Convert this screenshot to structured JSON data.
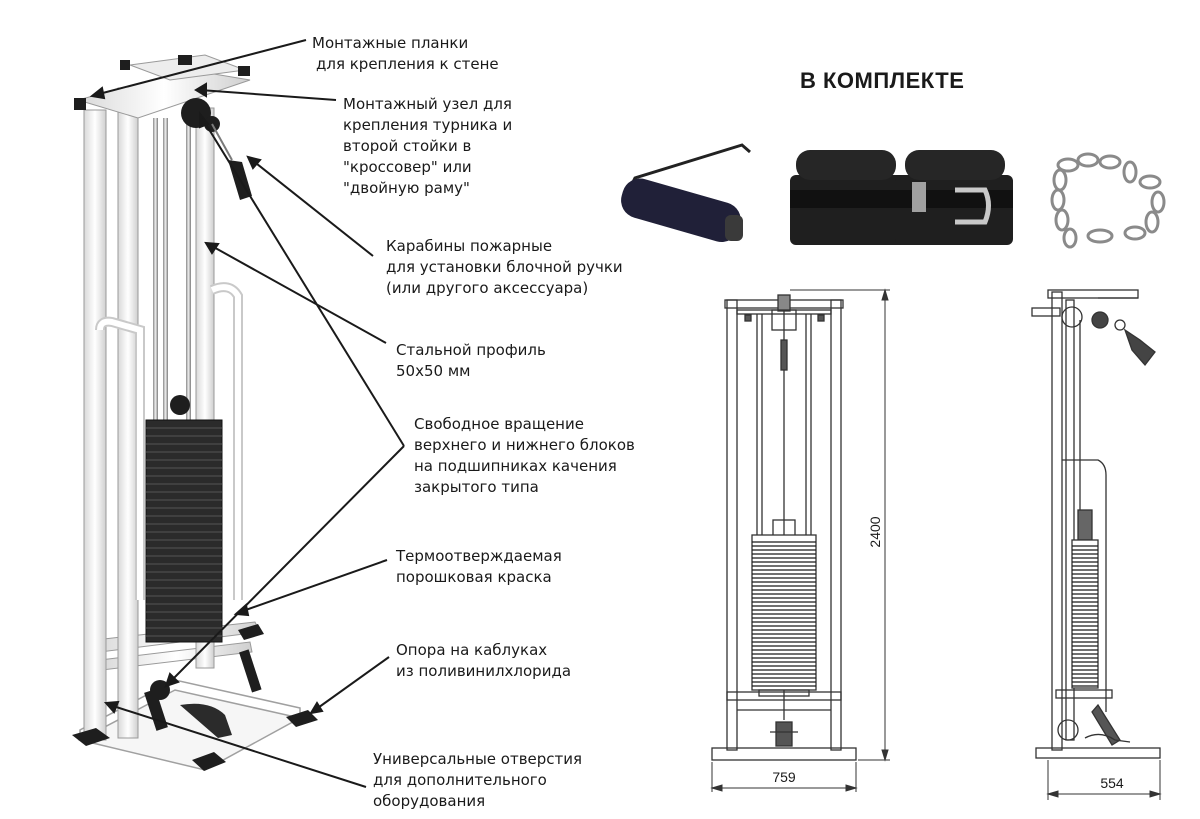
{
  "kit": {
    "title": "В КОМПЛЕКТЕ"
  },
  "callouts": [
    {
      "lines": [
        "Монтажные планки",
        "для крепления к стене"
      ]
    },
    {
      "lines": [
        "Монтажный узел для",
        "крепления турника и",
        "второй стойки в",
        "\"кроссовер\" или",
        "\"двойную раму\""
      ]
    },
    {
      "lines": [
        "Карабины пожарные",
        "для установки блочной ручки",
        "(или другого аксессуара)"
      ]
    },
    {
      "lines": [
        "Стальной профиль",
        "50х50 мм"
      ]
    },
    {
      "lines": [
        "Свободное вращение",
        "верхнего и нижнего блоков",
        "на подшипниках качения",
        "закрытого типа"
      ]
    },
    {
      "lines": [
        "Термоотверждаемая",
        "порошковая краска"
      ]
    },
    {
      "lines": [
        "Опора на каблуках",
        "из поливинилхлорида"
      ]
    },
    {
      "lines": [
        "Универсальные отверстия",
        "для дополнительного",
        "оборудования"
      ]
    }
  ],
  "dimensions": {
    "height": "2400",
    "front_width": "759",
    "side_depth": "554"
  },
  "colors": {
    "frame": "#f2f2f2",
    "frame_edge": "#9a9a9a",
    "weights": "#2b2b2b",
    "rod": "#b8b8b8",
    "pad": "#1e1e1e"
  }
}
